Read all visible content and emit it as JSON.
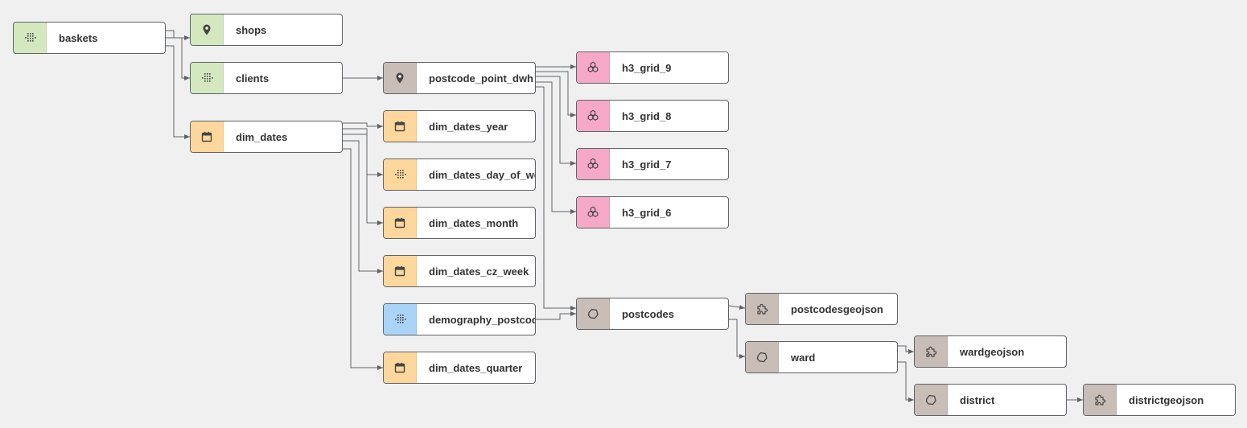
{
  "colors": {
    "background": "#f0f0f0",
    "edge": "#5f6368",
    "icon": "#444444",
    "green": "#d4e8c0",
    "brown": "#c9bdb8",
    "orange": "#fdd79c",
    "pink": "#f5a9c6",
    "blue": "#a9d3f7"
  },
  "nodes": [
    {
      "id": "baskets",
      "label": "baskets",
      "icon": "grid-icon",
      "color": "green"
    },
    {
      "id": "shops",
      "label": "shops",
      "icon": "location-pin-icon",
      "color": "green"
    },
    {
      "id": "clients",
      "label": "clients",
      "icon": "grid-icon",
      "color": "green"
    },
    {
      "id": "dim_dates",
      "label": "dim_dates",
      "icon": "calendar-icon",
      "color": "orange"
    },
    {
      "id": "postcode_point_dwh",
      "label": "postcode_point_dwh",
      "icon": "location-pin-icon",
      "color": "brown"
    },
    {
      "id": "dim_dates_year",
      "label": "dim_dates_year",
      "icon": "calendar-icon",
      "color": "orange"
    },
    {
      "id": "dim_dates_day_of_week",
      "label": "dim_dates_day_of_we",
      "icon": "grid-icon",
      "color": "orange"
    },
    {
      "id": "dim_dates_month",
      "label": "dim_dates_month",
      "icon": "calendar-icon",
      "color": "orange"
    },
    {
      "id": "dim_dates_cz_week",
      "label": "dim_dates_cz_week",
      "icon": "calendar-icon",
      "color": "orange"
    },
    {
      "id": "demography_postcode",
      "label": "demography_postcod",
      "icon": "grid-icon",
      "color": "blue"
    },
    {
      "id": "dim_dates_quarter",
      "label": "dim_dates_quarter",
      "icon": "calendar-icon",
      "color": "orange"
    },
    {
      "id": "h3_grid_9",
      "label": "h3_grid_9",
      "icon": "hexagon-cluster-icon",
      "color": "pink"
    },
    {
      "id": "h3_grid_8",
      "label": "h3_grid_8",
      "icon": "hexagon-cluster-icon",
      "color": "pink"
    },
    {
      "id": "h3_grid_7",
      "label": "h3_grid_7",
      "icon": "hexagon-cluster-icon",
      "color": "pink"
    },
    {
      "id": "h3_grid_6",
      "label": "h3_grid_6",
      "icon": "hexagon-cluster-icon",
      "color": "pink"
    },
    {
      "id": "postcodes",
      "label": "postcodes",
      "icon": "polygon-icon",
      "color": "brown"
    },
    {
      "id": "postcodesgeojson",
      "label": "postcodesgeojson",
      "icon": "puzzle-icon",
      "color": "brown"
    },
    {
      "id": "ward",
      "label": "ward",
      "icon": "polygon-icon",
      "color": "brown"
    },
    {
      "id": "wardgeojson",
      "label": "wardgeojson",
      "icon": "puzzle-icon",
      "color": "brown"
    },
    {
      "id": "district",
      "label": "district",
      "icon": "polygon-icon",
      "color": "brown"
    },
    {
      "id": "districtgeojson",
      "label": "districtgeojson",
      "icon": "puzzle-icon",
      "color": "brown"
    }
  ],
  "edges": [
    {
      "from": "baskets",
      "to": "shops"
    },
    {
      "from": "baskets",
      "to": "clients"
    },
    {
      "from": "baskets",
      "to": "dim_dates"
    },
    {
      "from": "clients",
      "to": "postcode_point_dwh"
    },
    {
      "from": "dim_dates",
      "to": "dim_dates_year"
    },
    {
      "from": "dim_dates",
      "to": "dim_dates_day_of_week"
    },
    {
      "from": "dim_dates",
      "to": "dim_dates_month"
    },
    {
      "from": "dim_dates",
      "to": "dim_dates_cz_week"
    },
    {
      "from": "dim_dates",
      "to": "dim_dates_quarter"
    },
    {
      "from": "postcode_point_dwh",
      "to": "h3_grid_9"
    },
    {
      "from": "postcode_point_dwh",
      "to": "h3_grid_8"
    },
    {
      "from": "postcode_point_dwh",
      "to": "h3_grid_7"
    },
    {
      "from": "postcode_point_dwh",
      "to": "h3_grid_6"
    },
    {
      "from": "postcode_point_dwh",
      "to": "postcodes"
    },
    {
      "from": "demography_postcode",
      "to": "postcodes"
    },
    {
      "from": "postcodes",
      "to": "postcodesgeojson"
    },
    {
      "from": "postcodes",
      "to": "ward"
    },
    {
      "from": "ward",
      "to": "wardgeojson"
    },
    {
      "from": "ward",
      "to": "district"
    },
    {
      "from": "district",
      "to": "districtgeojson"
    }
  ]
}
